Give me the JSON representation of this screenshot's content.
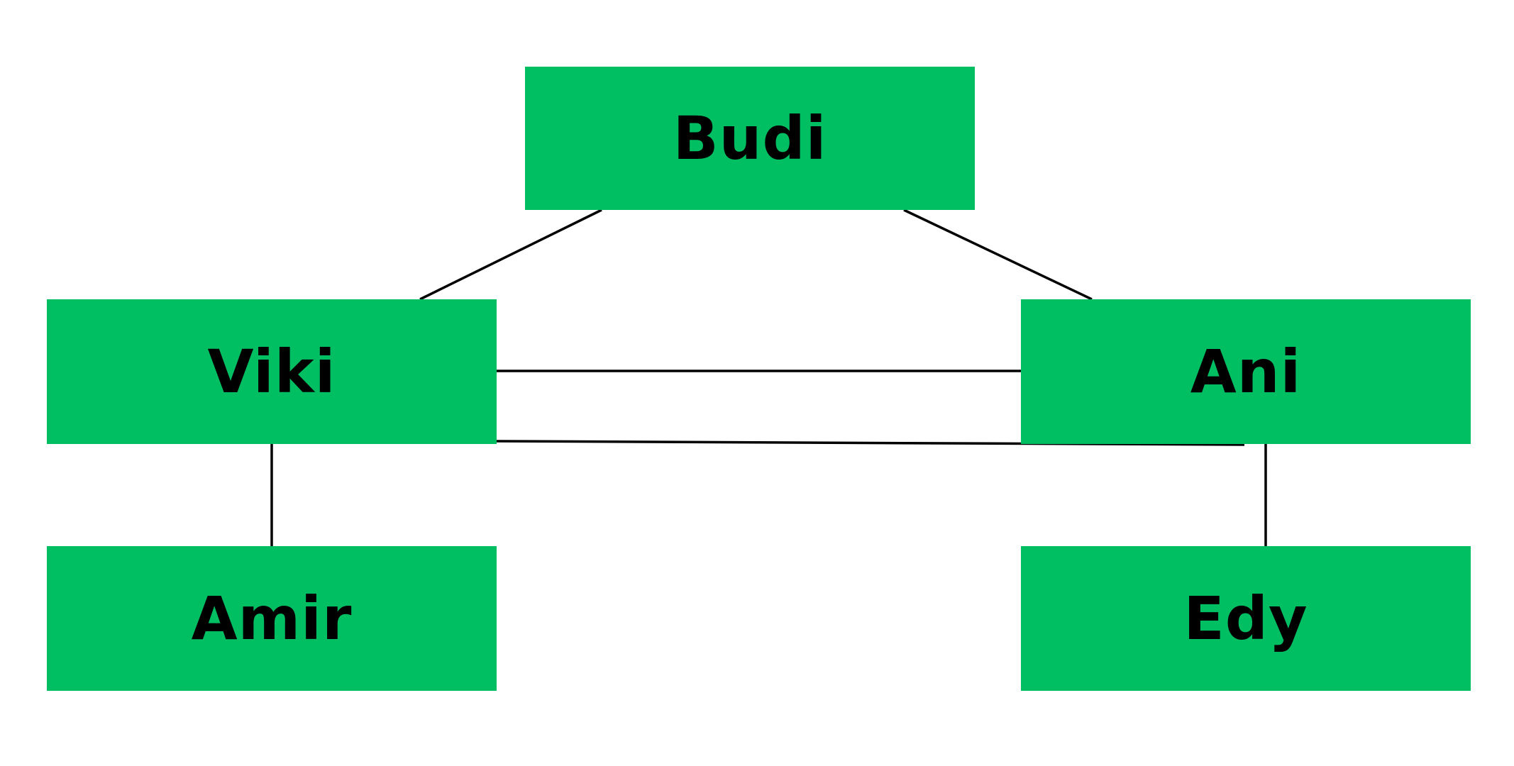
{
  "colors": {
    "node_fill": "#00BF63",
    "text": "#000000",
    "connector": "#000000",
    "background": "#FFFFFF"
  },
  "nodes": {
    "budi": "Budi",
    "viki": "Viki",
    "ani": "Ani",
    "amir": "Amir",
    "edy": "Edy"
  },
  "connections": [
    {
      "from": "budi",
      "to": "viki"
    },
    {
      "from": "budi",
      "to": "ani"
    },
    {
      "from": "viki",
      "to": "ani"
    },
    {
      "from": "viki",
      "to": "ani"
    },
    {
      "from": "viki",
      "to": "amir"
    },
    {
      "from": "ani",
      "to": "edy"
    }
  ]
}
